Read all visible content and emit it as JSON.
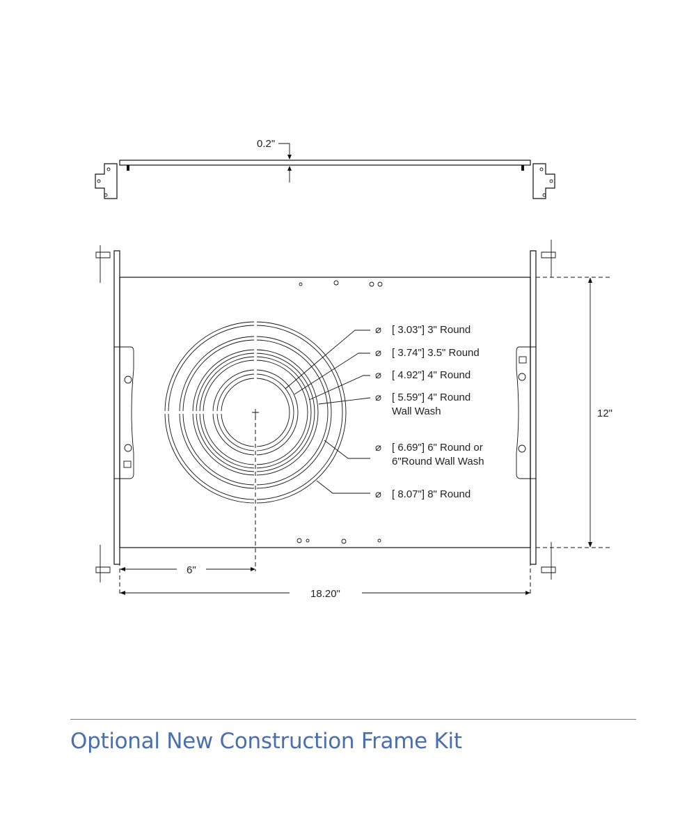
{
  "drawing": {
    "side_view": {
      "thickness_label": "0.2\""
    },
    "plan_view": {
      "height_label": "12\"",
      "center_offset_label": "6\"",
      "width_label": "18.20\""
    },
    "diameter_symbol": "⌀",
    "callouts": [
      {
        "lines": [
          "[ 3.03\"] 3\" Round"
        ]
      },
      {
        "lines": [
          "[ 3.74\"] 3.5\" Round"
        ]
      },
      {
        "lines": [
          "[ 4.92\"] 4\" Round"
        ]
      },
      {
        "lines": [
          "[ 5.59\"] 4\" Round",
          "Wall Wash"
        ]
      },
      {
        "lines": [
          "[ 6.69\"] 6\" Round or",
          "6\"Round Wall Wash"
        ]
      },
      {
        "lines": [
          "[ 8.07\"] 8\" Round"
        ]
      }
    ]
  },
  "caption": "Optional New Construction Frame Kit"
}
